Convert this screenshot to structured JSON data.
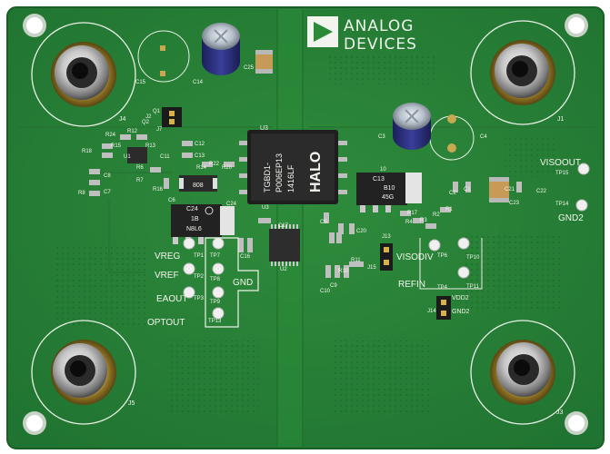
{
  "logo": {
    "line1": "ANALOG",
    "line2": "DEVICES"
  },
  "transformer": {
    "brand": "HALO",
    "line1": "TGBD1-",
    "line2": "P006EP13",
    "line3": "1416LF",
    "ref": "U3"
  },
  "jacks": {
    "j1": "J1",
    "j3": "J3",
    "j4": "J4",
    "j5": "J5"
  },
  "net_labels": {
    "visoout": "VISOOUT",
    "gnd2": "GND2",
    "vreg": "VREG",
    "vref": "VREF",
    "eaout": "EAOUT",
    "optout": "OPTOUT",
    "gnd": "GND",
    "visodiv": "VISODIV",
    "refin": "REFIN",
    "vdd2": "VDD2",
    "gnd2b": "GND2"
  },
  "testpoints": [
    "TP15",
    "TP14",
    "TP1",
    "TP2",
    "TP3",
    "TP4",
    "TP6",
    "TP7",
    "TP8",
    "TP9",
    "TP10",
    "TP11",
    "TP13"
  ],
  "refdes": [
    "C15",
    "C14",
    "C25",
    "C12",
    "C13",
    "C11",
    "C8",
    "C7",
    "C6",
    "C17",
    "C24",
    "C5",
    "C20",
    "C3",
    "C4",
    "C1",
    "C2",
    "C21",
    "C23",
    "C10",
    "C9",
    "C16",
    "C22",
    "R18",
    "R24",
    "R12",
    "R16",
    "R8",
    "R7",
    "R6",
    "R20",
    "R22",
    "R3",
    "R1",
    "R2",
    "R4",
    "R11",
    "R13",
    "R17",
    "R10",
    "R14",
    "R15",
    "U1",
    "U2",
    "U3",
    "J2",
    "J7",
    "J13",
    "J15",
    "J14",
    "Q1",
    "Q2",
    "10"
  ],
  "ic_marks": {
    "c24_line1": "C24",
    "c24_line2": "1B",
    "c24_line3": "N8L6",
    "c13_line1": "C13",
    "c13_line2": "B10",
    "c13_line3": "45G",
    "u1_mark": "808"
  }
}
